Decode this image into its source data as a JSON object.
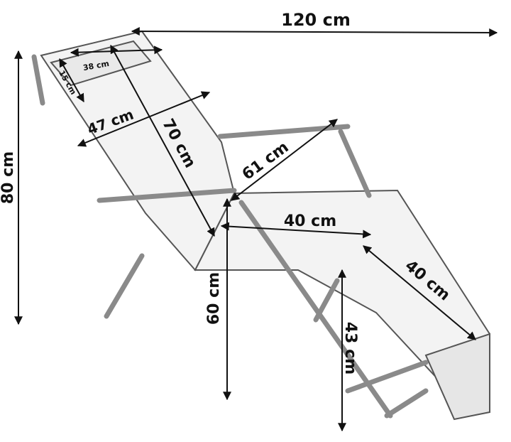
{
  "diagram": {
    "subject": "Folding sun lounger (reclining chair) with dimensions",
    "dimensions": {
      "total_length": "120 cm",
      "total_height": "80 cm",
      "headrest_width": "38 cm",
      "headrest_height": "15 cm",
      "backrest_width": "47 cm",
      "backrest_length": "70 cm",
      "armrest_diagonal": "61 cm",
      "seat_width": "40 cm",
      "leg_section_length": "40 cm",
      "seat_height": "60 cm",
      "front_leg_height": "43 cm"
    },
    "colors": {
      "line": "#111111",
      "frame": "#9a9a9a",
      "fabric": "#f2f2f2",
      "background": "#ffffff"
    }
  }
}
